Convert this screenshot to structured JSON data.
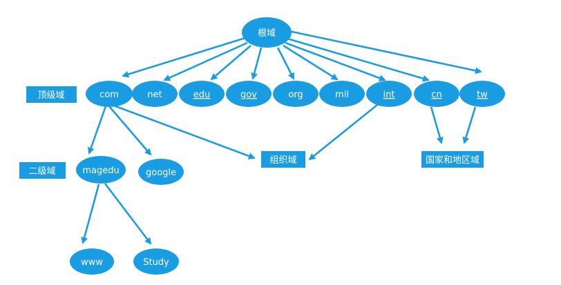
{
  "colors": {
    "fill": "#1a9ce3",
    "arrow": "#1a9ce3",
    "text": "#ffffff",
    "background": "#ffffff"
  },
  "nodes": {
    "root": "根域",
    "com": "com",
    "net": "net",
    "edu": "edu",
    "gov": "gov",
    "org": "org",
    "mil": "mil",
    "int": "int",
    "cn": "cn",
    "tw": "tw",
    "magedu": "magedu",
    "google": "google",
    "www": "www",
    "study": "Study"
  },
  "labels": {
    "tld": "顶级域",
    "second_level": "二级域",
    "organization": "组织域",
    "country": "国家和地区域"
  }
}
